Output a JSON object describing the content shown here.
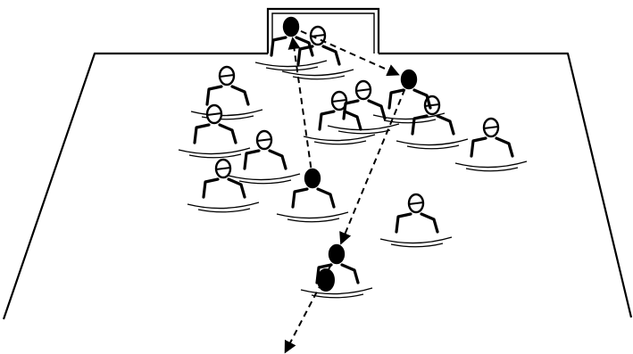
{
  "diagram": {
    "subject": "water-polo-passing-drill",
    "colors": {
      "ink": "#000000",
      "paper": "#ffffff"
    },
    "attacking_team": [
      "attacker-1",
      "attacker-2",
      "attacker-3",
      "attacker-4"
    ],
    "defending_team": [
      "defender-1",
      "defender-2",
      "defender-3",
      "defender-4",
      "defender-5",
      "defender-6",
      "defender-7",
      "defender-8",
      "defender-9",
      "defender-10"
    ],
    "passes": [
      {
        "from": "attacker-2",
        "to": "attacker-1"
      },
      {
        "from": "attacker-1",
        "to": "attacker-3"
      },
      {
        "from": "attacker-3",
        "to": "attacker-4"
      },
      {
        "from": "attacker-4",
        "to": "off-field"
      }
    ]
  }
}
